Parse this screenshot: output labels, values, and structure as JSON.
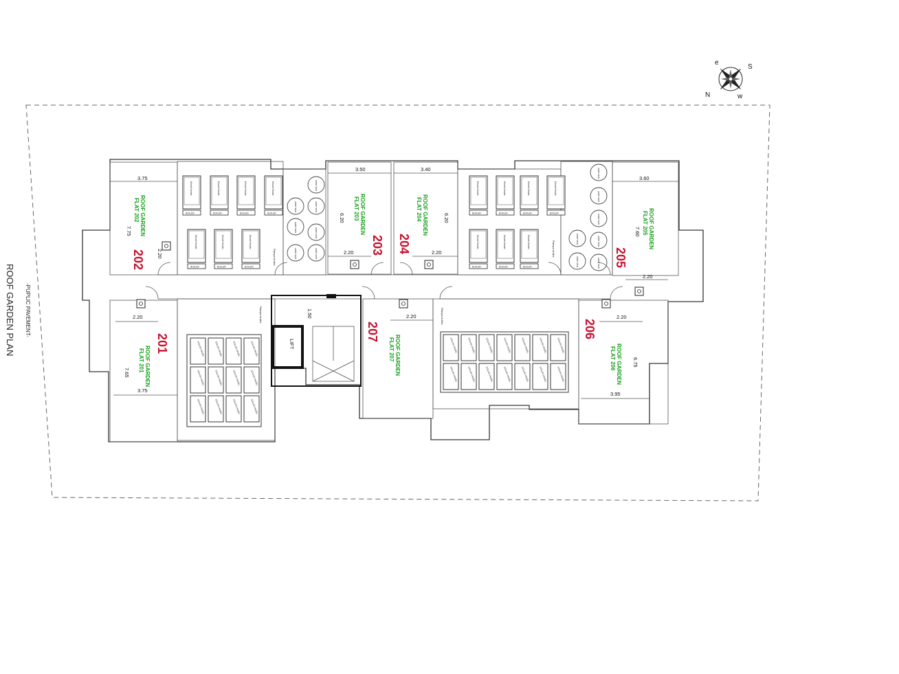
{
  "title": "ROOF GARDEN PLAN",
  "subtitle": "-PUPLIC PAVEMENT-",
  "compass": {
    "n": "N",
    "s": "S",
    "e": "e",
    "w": "w"
  },
  "lift_label": "LIFT",
  "roof_garden_label": "ROOF GARDEN",
  "flats": [
    {
      "id": "201",
      "garden": "FLAT 201"
    },
    {
      "id": "202",
      "garden": "FLAT 202"
    },
    {
      "id": "203",
      "garden": "FLAT 203"
    },
    {
      "id": "204",
      "garden": "FLAT 204"
    },
    {
      "id": "205",
      "garden": "FLAT 205"
    },
    {
      "id": "206",
      "garden": "FLAT 206"
    },
    {
      "id": "207",
      "garden": "FLAT 207"
    }
  ],
  "dimensions": [
    "3.75",
    "7.75",
    "2.20",
    "3.50",
    "3.40",
    "6.20",
    "6.20",
    "2.20",
    "2.20",
    "3.60",
    "7.60",
    "2.20",
    "2.20",
    "2.20",
    "1.50",
    "2.20",
    "7.65",
    "3.75",
    "6.75",
    "3.95"
  ],
  "equipment": {
    "heater": "Mixed Heater",
    "boiler": "BOILER",
    "water_tank": "water tank",
    "solar_panel": "SOLAR PANEL",
    "slope": "Rampa Arriba"
  },
  "colors": {
    "flat_number": "#c8102e",
    "garden_label": "#16a01a"
  }
}
